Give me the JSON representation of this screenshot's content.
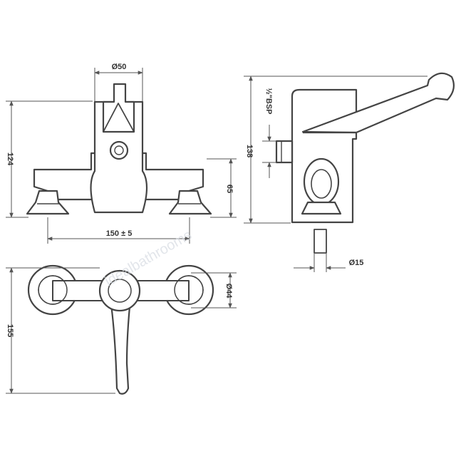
{
  "diagram": {
    "colors": {
      "line": "#444444",
      "dim": "#555555",
      "background": "#ffffff"
    },
    "front_view": {
      "dim_top_diameter": "Ø50",
      "dim_height_total": "124",
      "dim_height_outlet": "65",
      "dim_centres": "150 ± 5"
    },
    "side_view": {
      "dim_height": "138",
      "dim_thread": "½\"BSP",
      "dim_outlet_diameter": "Ø15"
    },
    "plan_view": {
      "dim_boss_diameter": "Ø44",
      "dim_lever_length": "155"
    },
    "watermark": "idealbathrooms"
  }
}
